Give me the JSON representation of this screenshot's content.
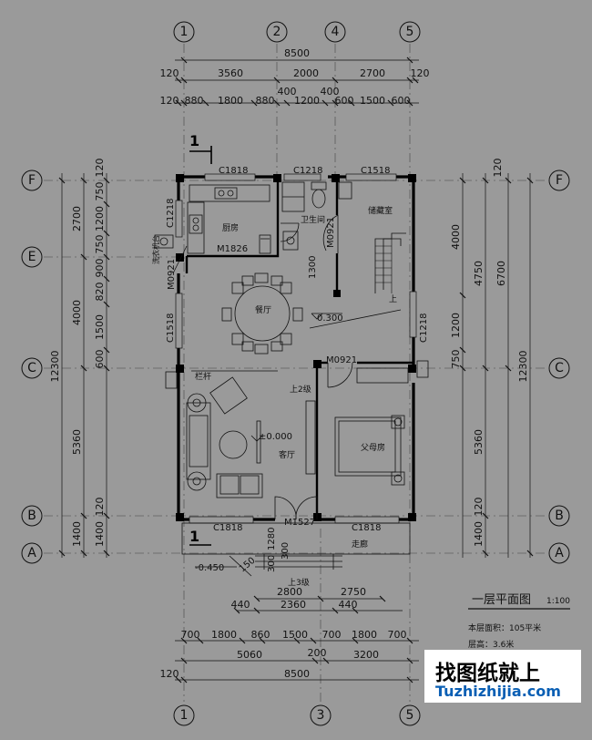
{
  "axes_top": [
    "1",
    "2",
    "4",
    "5"
  ],
  "axes_bottom": [
    "1",
    "3",
    "5"
  ],
  "axes_left": [
    "F",
    "E",
    "C",
    "B",
    "A"
  ],
  "axes_right": [
    "F",
    "C",
    "B",
    "A"
  ],
  "dims_top": {
    "overall": "8500",
    "row2": [
      "120",
      "3560",
      "2000",
      "2700",
      "120"
    ],
    "row3": [
      "120",
      "880",
      "1800",
      "880",
      "400",
      "1200",
      "400",
      "600",
      "1500",
      "600"
    ]
  },
  "dims_bottom": {
    "row1": [
      "2800",
      "2750"
    ],
    "row2": [
      "440",
      "2360",
      "440"
    ],
    "row3": [
      "700",
      "1800",
      "860",
      "1500",
      "700",
      "1800",
      "700"
    ],
    "row4": [
      "5060",
      "200",
      "3200"
    ],
    "overall": "8500",
    "edge": "120"
  },
  "dims_left": {
    "inner": [
      "120",
      "750",
      "1200",
      "750",
      "900",
      "820",
      "1500",
      "600",
      "120",
      "1400"
    ],
    "mid": [
      "2700",
      "4000",
      "5360",
      "1400"
    ],
    "overall": "12300"
  },
  "dims_right": {
    "inner": [
      "4000",
      "1200",
      "750",
      "120",
      "1400"
    ],
    "mid": [
      "4750",
      "5360"
    ],
    "outer": [
      "6700"
    ],
    "overall": "12300",
    "top": "120"
  },
  "rooms": {
    "kitchen": "厨房",
    "bathroom": "卫生间",
    "storage": "储藏室",
    "dining": "餐厅",
    "living": "客厅",
    "bedroom": "父母房",
    "porch": "走廊"
  },
  "openings": {
    "c1818_top": "C1818",
    "c1218_top": "C1218",
    "c1518_top": "C1518",
    "c1218_left": "C1218",
    "m1826": "M1826",
    "m0921_bath": "M0921",
    "m0921_bed": "M0921",
    "m0921_left": "M0921",
    "c1518_left": "C1518",
    "c1218_right": "C1218",
    "c1818_bl": "C1818",
    "c1818_br": "C1818",
    "m1527": "M1527"
  },
  "notes": {
    "section_mark": "1",
    "elev_dining": "0.300",
    "elev_living": "±0.000",
    "elev_outside": "-0.450",
    "up": "上",
    "up2": "上2级",
    "up3": "上3级",
    "railing": "栏杆",
    "dim_1300": "1300",
    "dim_1280": "1280",
    "dim_300a": "300",
    "dim_300b": "300",
    "dim_150": "150",
    "sink_label": "洗衣机台"
  },
  "title_block": {
    "title": "一层平面图",
    "scale": "1:100",
    "area": "本层面积：105平米",
    "height": "层高：3.6米"
  },
  "watermark": {
    "line1": "找图纸就上",
    "line2": "Tuzhizhijia.com"
  }
}
